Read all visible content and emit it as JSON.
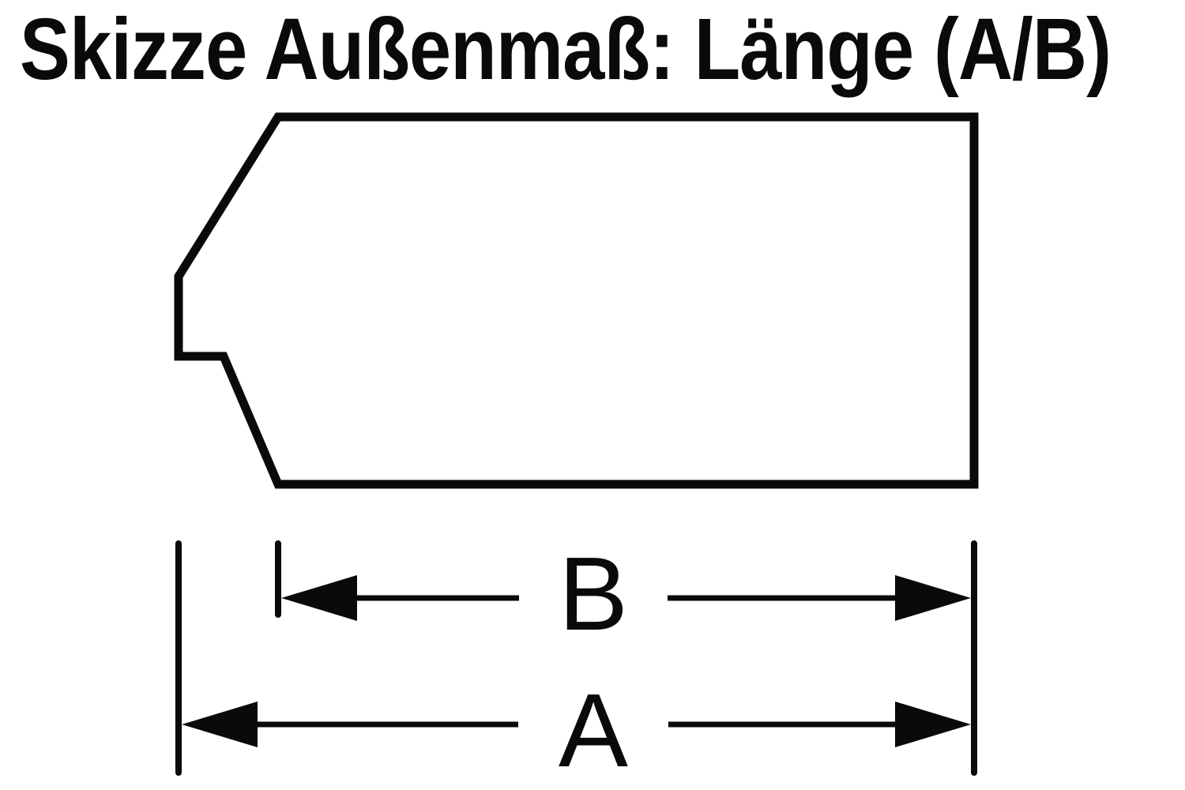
{
  "title": "Skizze Außenmaß: Länge (A/B)",
  "dimensions": {
    "b_label": "B",
    "a_label": "A"
  },
  "colors": {
    "line": "#0a0a0a",
    "text": "#0a0a0a",
    "background": "#ffffff"
  }
}
